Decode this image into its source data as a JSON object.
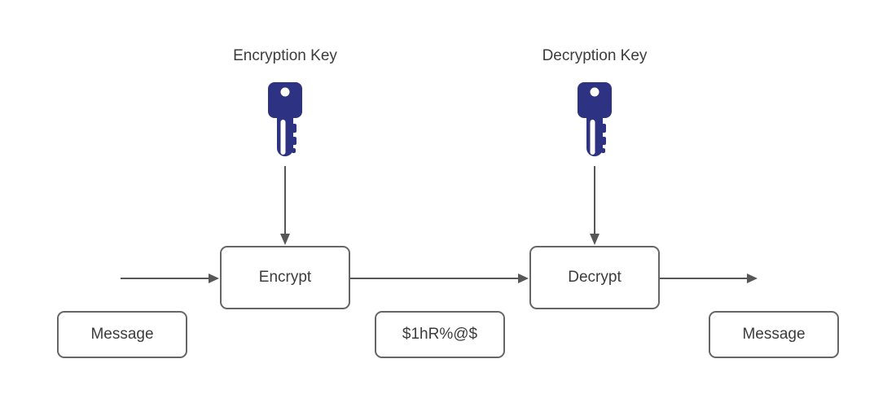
{
  "diagram": {
    "labels": {
      "encryption_key": "Encryption Key",
      "decryption_key": "Decryption Key"
    },
    "nodes": {
      "encrypt": "Encrypt",
      "decrypt": "Decrypt",
      "message_in": "Message",
      "ciphertext": "$1hR%@$",
      "message_out": "Message"
    },
    "colors": {
      "key_fill": "#2d3282",
      "stroke": "#666666",
      "arrow": "#575757",
      "text": "#3c3c3c",
      "background": "#ffffff"
    }
  }
}
